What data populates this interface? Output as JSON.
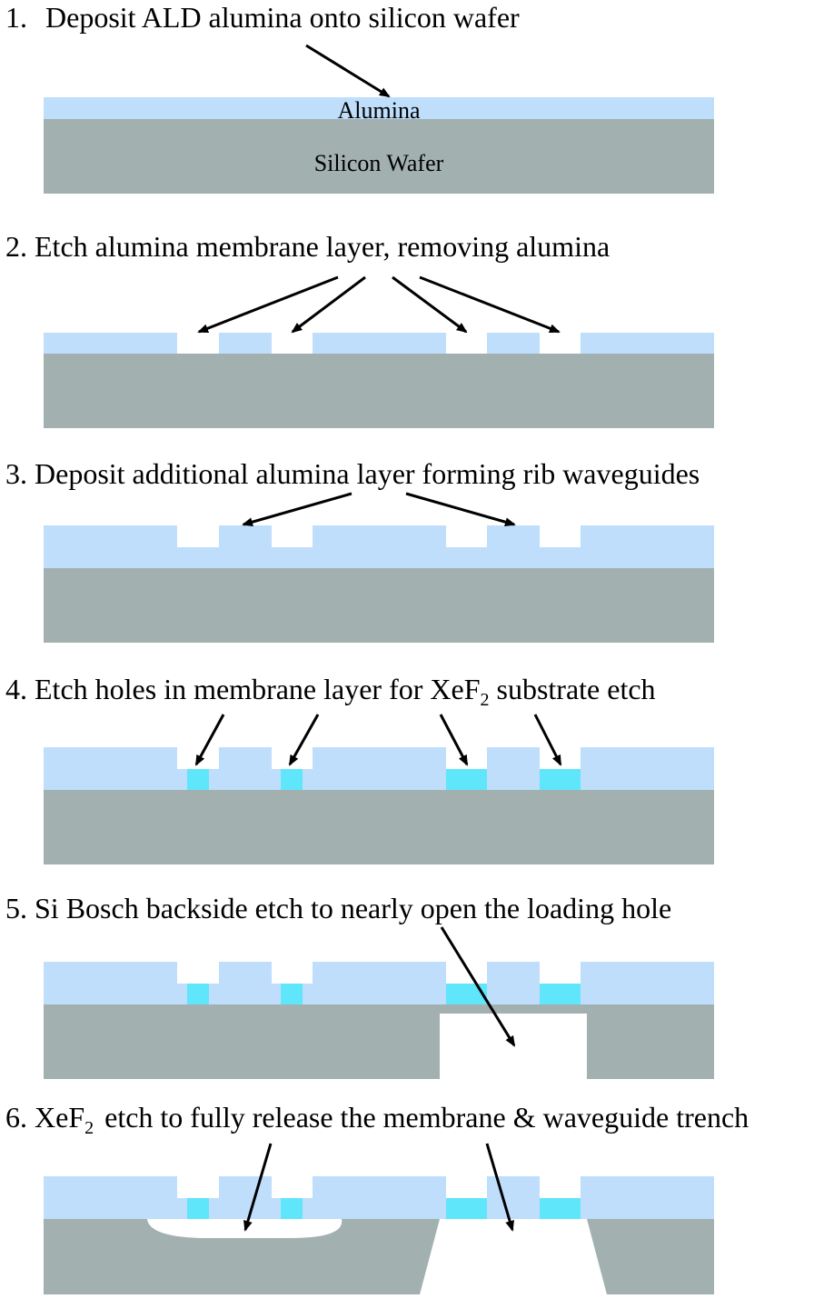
{
  "steps": [
    {
      "number": "1.",
      "title": "Deposit ALD alumina onto silicon wafer"
    },
    {
      "number": "2.",
      "title": "Etch alumina membrane layer, removing alumina"
    },
    {
      "number": "3.",
      "title": "Deposit additional alumina layer forming rib waveguides"
    },
    {
      "number": "4.",
      "title_before": "Etch holes in membrane layer for XeF",
      "title_sub": "2",
      "title_after": " substrate etch"
    },
    {
      "number": "5.",
      "title": "Si Bosch backside etch to nearly open the loading hole"
    },
    {
      "number": "6.",
      "title_before": "XeF",
      "title_sub": "2",
      "title_after": " etch to fully release the membrane & waveguide trench"
    }
  ],
  "labels": {
    "alumina": "Alumina",
    "silicon_wafer": "Silicon Wafer"
  },
  "colors": {
    "silicon": "#a3b0b0",
    "alumina": "#bfdefb",
    "etch_hole": "#5fe6fa",
    "background": "#ffffff"
  }
}
